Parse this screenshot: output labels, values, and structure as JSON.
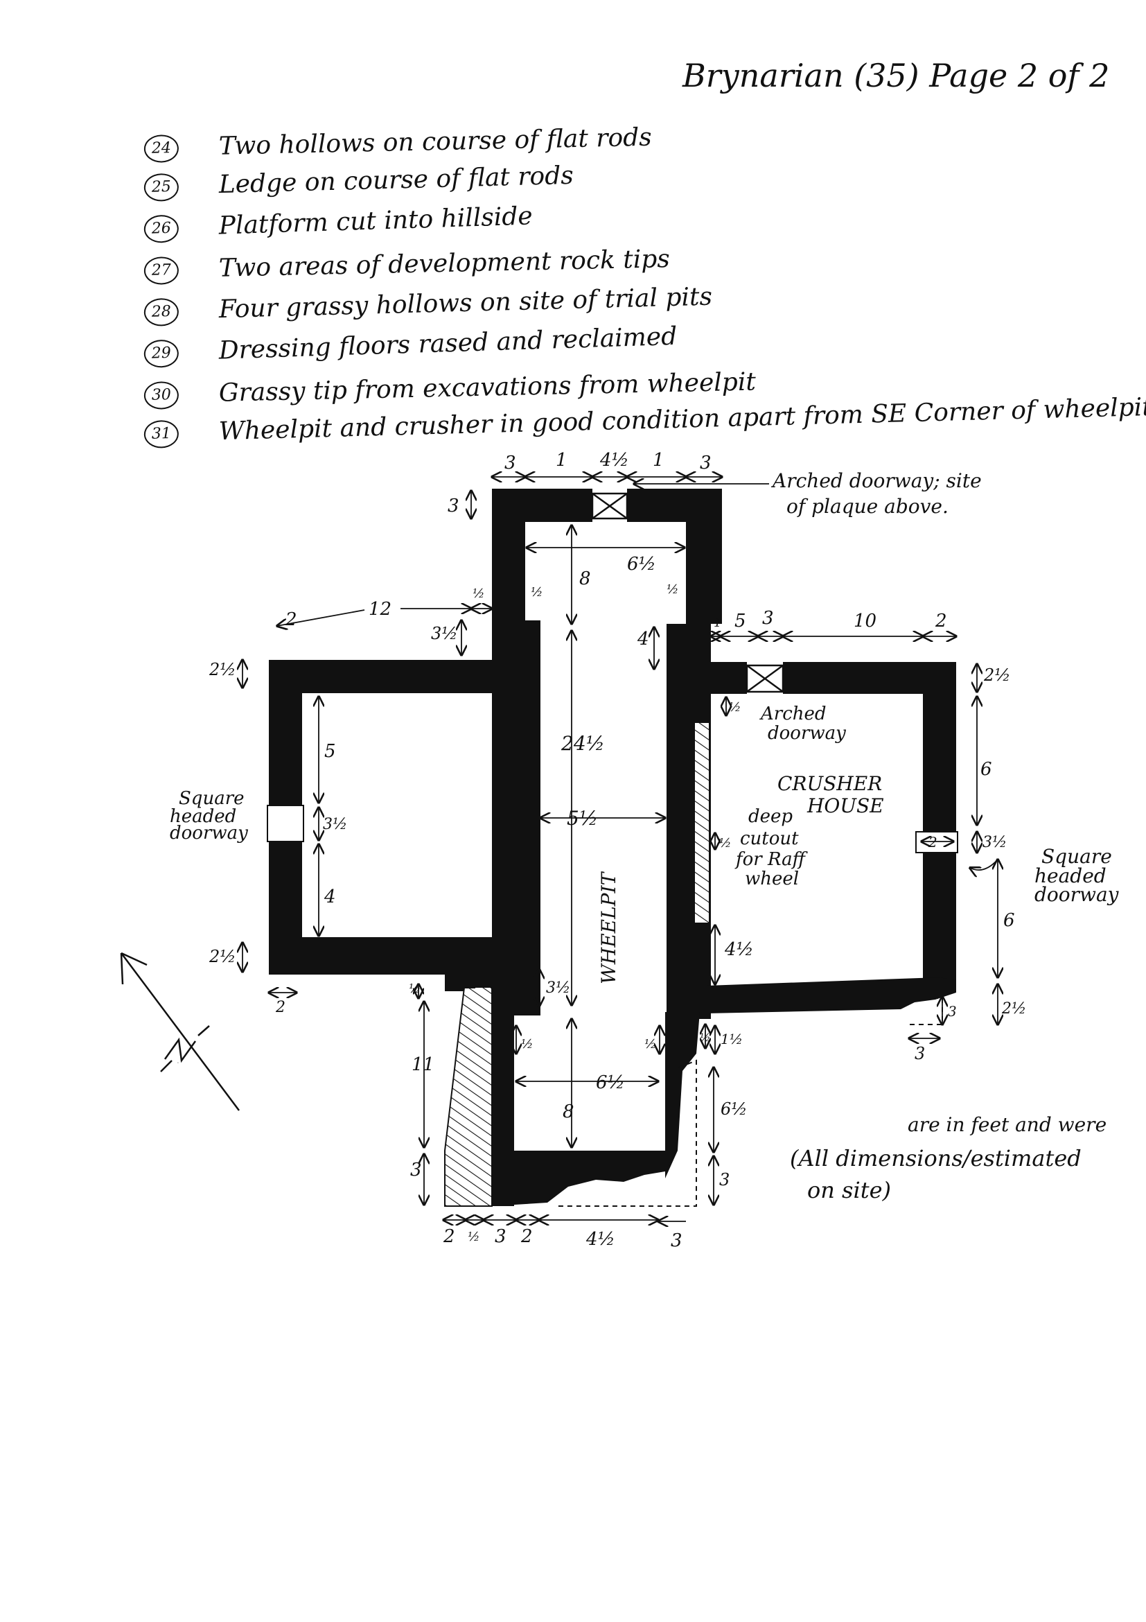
{
  "header": {
    "title": "Brynarian (35) Page 2 of 2"
  },
  "legend": [
    {
      "num": "24",
      "text": "Two hollows on course of flat rods"
    },
    {
      "num": "25",
      "text": "Ledge on course of flat rods"
    },
    {
      "num": "26",
      "text": "Platform cut into hillside"
    },
    {
      "num": "27",
      "text": "Two areas of development rock tips"
    },
    {
      "num": "28",
      "text": "Four grassy hollows on site of trial pits"
    },
    {
      "num": "29",
      "text": "Dressing floors rased and reclaimed"
    },
    {
      "num": "30",
      "text": "Grassy tip from excavations from wheelpit"
    },
    {
      "num": "31",
      "text": "Wheelpit and crusher in good condition apart from SE Corner of wheelpit."
    }
  ],
  "plan": {
    "labels": {
      "arched_doorway_top": [
        "Arched doorway; site",
        "of plaque above."
      ],
      "arched_doorway_right": [
        "Arched",
        "doorway"
      ],
      "crusher_house": [
        "CRUSHER",
        "HOUSE"
      ],
      "wheelpit": "WHEELPIT",
      "square_doorway_left": [
        "Square",
        "headed",
        "doorway"
      ],
      "square_doorway_right": [
        "Square",
        "headed",
        "doorway"
      ],
      "cutout": [
        "deep",
        "cutout",
        "for Raff",
        "wheel"
      ],
      "dimensions_note": [
        "are in feet and were",
        "(All dimensions/estimated",
        "on site)"
      ]
    },
    "dims": {
      "top_row": [
        "3",
        "1",
        "4½",
        "1",
        "3"
      ],
      "top_wall": "3",
      "top_inner": "6½",
      "top_len": "8",
      "left_half_1": "½",
      "right_half_1": "½",
      "left_top_row": [
        "2",
        "12",
        "½"
      ],
      "left_3half": "3½",
      "right_top_row": [
        "1",
        "5",
        "3",
        "10",
        "2"
      ],
      "right_4": "4",
      "left_2half_top": "2½",
      "left_5": "5",
      "left_3half_door": "3½",
      "left_4": "4",
      "left_2half_bottom": "2½",
      "left_2_bottom": "2",
      "wheelpit_len": "24½",
      "wheelpit_width": "5½",
      "right_2half_top": "2½",
      "right_half_arch": "½",
      "right_6_top": "6",
      "right_door_2": "2",
      "right_3half": "3½",
      "right_6_bottom": "6",
      "right_2half_bottom": "2½",
      "right_3_corner": "3",
      "right_3_below": "3",
      "cutout_half": "½",
      "cutout_4half": "4½",
      "center_3half": "3½",
      "bottom_half_left": "½",
      "bottom_half_right": "½",
      "bottom_inner": "6½",
      "bottom_len": "8",
      "left_half_lower": "½",
      "left_11": "11",
      "left_3_lower": "3",
      "right_half_lower": "½",
      "right_1half": "1½",
      "right_6half": "6½",
      "right_3_lower": "3",
      "bottom_row": [
        "2",
        "½",
        "3",
        "2",
        "4½",
        "3"
      ]
    },
    "north_symbol": "N"
  }
}
